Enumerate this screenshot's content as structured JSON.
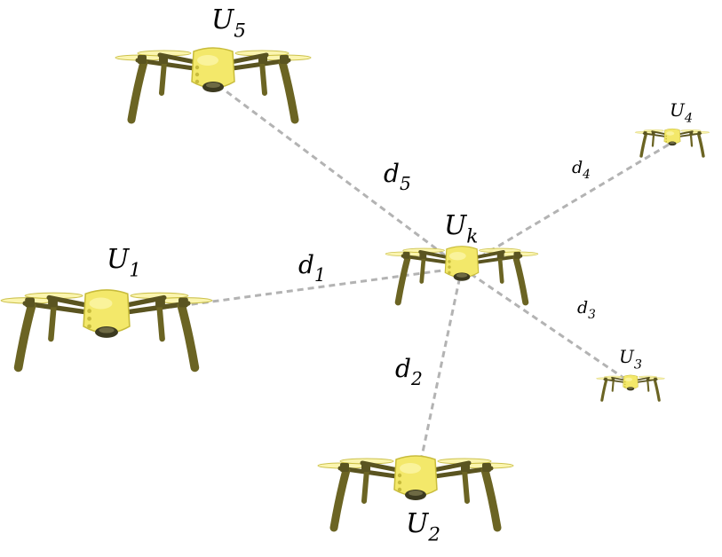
{
  "drones": [
    {
      "id": "Uk",
      "base": "U",
      "sub": "k"
    },
    {
      "id": "U1",
      "base": "U",
      "sub": "1"
    },
    {
      "id": "U2",
      "base": "U",
      "sub": "2"
    },
    {
      "id": "U3",
      "base": "U",
      "sub": "3"
    },
    {
      "id": "U4",
      "base": "U",
      "sub": "4"
    },
    {
      "id": "U5",
      "base": "U",
      "sub": "5"
    }
  ],
  "links": [
    {
      "base": "d",
      "sub": "1"
    },
    {
      "base": "d",
      "sub": "2"
    },
    {
      "base": "d",
      "sub": "3"
    },
    {
      "base": "d",
      "sub": "4"
    },
    {
      "base": "d",
      "sub": "5"
    }
  ],
  "colors": {
    "drone_body": "#f3e86a",
    "drone_highlight": "#fbf5a8",
    "drone_shade": "#c8bc3c",
    "drone_legs": "#6b6423",
    "drone_arms": "#5a5420",
    "camera": "#3c3a20",
    "link_line": "#b3b3b3"
  }
}
